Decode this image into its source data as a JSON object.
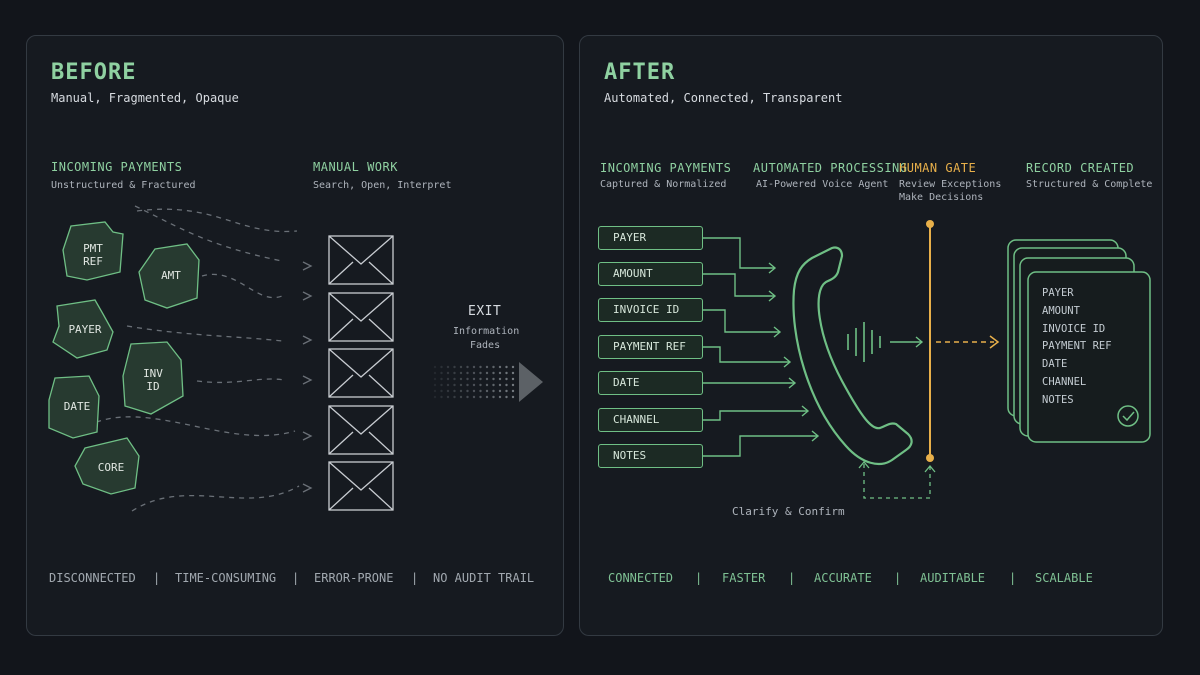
{
  "before": {
    "title": "BEFORE",
    "subtitle": "Manual, Fragmented, Opaque",
    "incoming": {
      "title": "INCOMING PAYMENTS",
      "subtitle": "Unstructured & Fractured"
    },
    "manual": {
      "title": "MANUAL WORK",
      "subtitle": "Search, Open, Interpret"
    },
    "fragments": [
      "PMT\nREF",
      "AMT",
      "PAYER",
      "INV\nID",
      "DATE",
      "CORE"
    ],
    "exit": {
      "label": "EXIT",
      "sub1": "Information",
      "sub2": "Fades"
    },
    "footer": [
      "DISCONNECTED",
      "TIME-CONSUMING",
      "ERROR-PRONE",
      "NO AUDIT TRAIL"
    ],
    "separator": "|"
  },
  "after": {
    "title": "AFTER",
    "subtitle": "Automated, Connected, Transparent",
    "incoming": {
      "title": "INCOMING PAYMENTS",
      "subtitle": "Captured & Normalized"
    },
    "processing": {
      "title": "AUTOMATED PROCESSING",
      "subtitle": "AI-Powered Voice Agent"
    },
    "gate": {
      "title": "HUMAN GATE",
      "sub1": "Review Exceptions",
      "sub2": "Make Decisions"
    },
    "record": {
      "title": "RECORD CREATED",
      "subtitle": "Structured & Complete"
    },
    "fields": [
      "PAYER",
      "AMOUNT",
      "INVOICE ID",
      "PAYMENT REF",
      "DATE",
      "CHANNEL",
      "NOTES"
    ],
    "record_fields": [
      "PAYER",
      "AMOUNT",
      "INVOICE ID",
      "PAYMENT REF",
      "DATE",
      "CHANNEL",
      "NOTES"
    ],
    "loop_label": "Clarify & Confirm",
    "footer": [
      "CONNECTED",
      "FASTER",
      "ACCURATE",
      "AUDITABLE",
      "SCALABLE"
    ],
    "separator": "|"
  },
  "colors": {
    "accent_green": "#8fd1a1",
    "line_green": "#6fbf85",
    "gate_gold": "#e8b04a",
    "background": "#12151b",
    "panel": "#161a20"
  },
  "icons": [
    "envelope-icon",
    "phone-icon",
    "sound-wave-icon",
    "check-circle-icon",
    "arrow-right-icon"
  ]
}
